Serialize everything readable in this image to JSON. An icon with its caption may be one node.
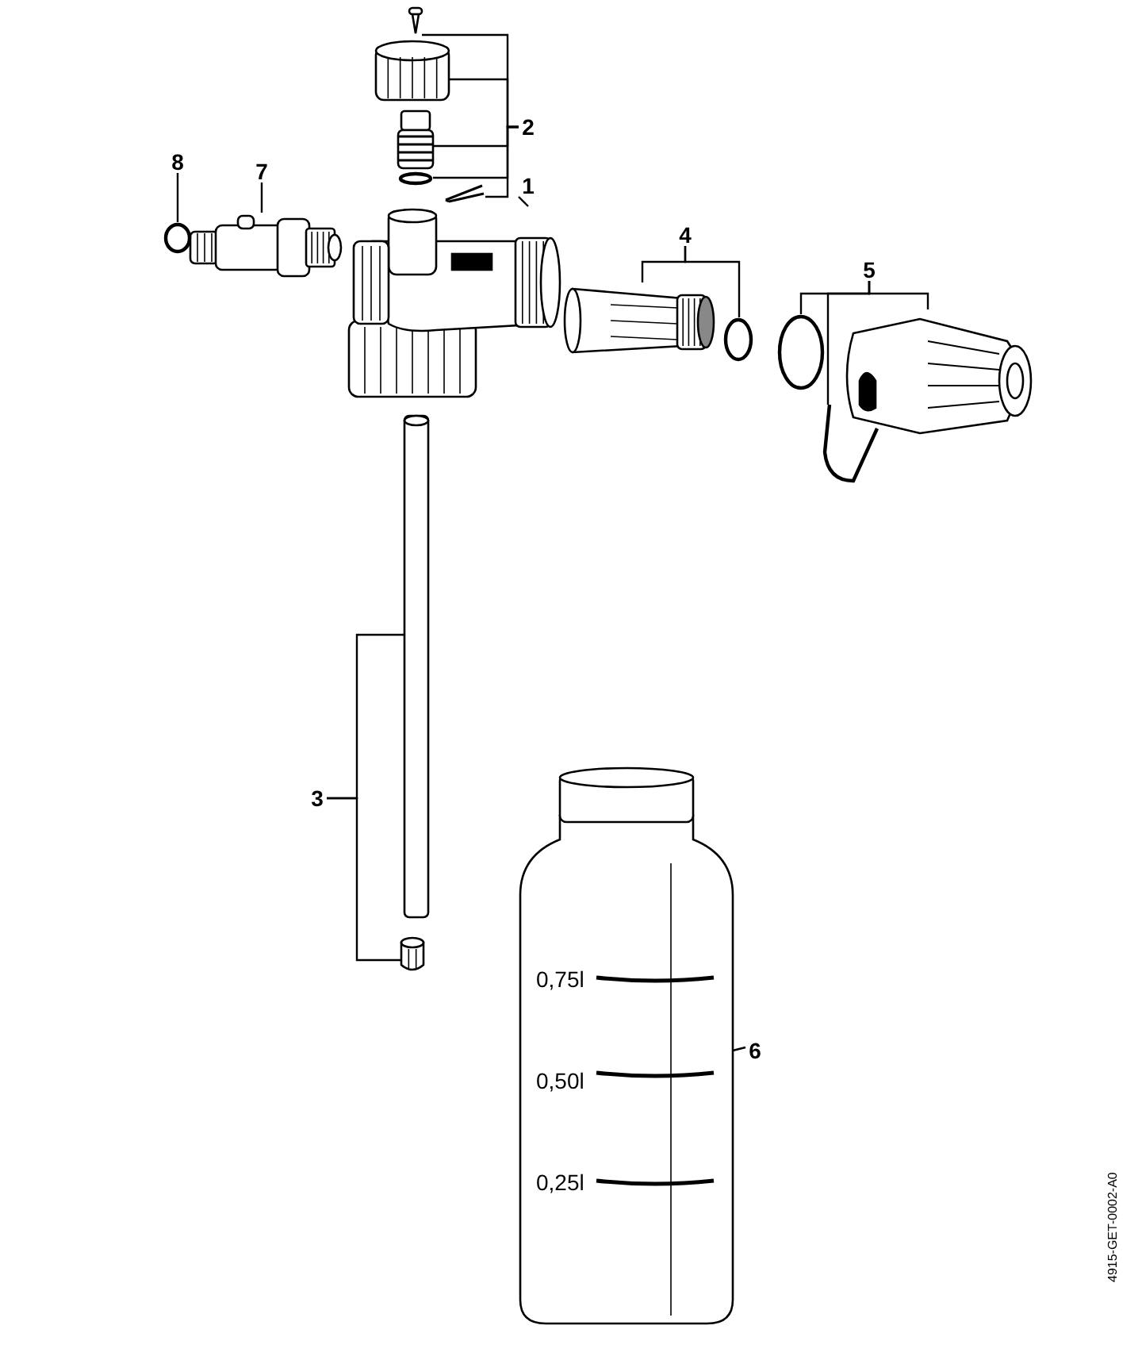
{
  "diagram": {
    "nodes": [
      {
        "text": [
          "1"
        ]
      },
      {
        "text": [
          "2"
        ]
      },
      {
        "text": [
          "3"
        ]
      },
      {
        "text": [
          "4"
        ]
      },
      {
        "text": [
          "5"
        ]
      },
      {
        "text": [
          "6"
        ]
      },
      {
        "text": [
          "7"
        ]
      },
      {
        "text": [
          "8"
        ]
      },
      {
        "text": [],
        "shape": "picture"
      },
      {
        "text": [],
        "shape": "picture"
      },
      {
        "text": [],
        "shape": "picture"
      },
      {
        "text": [],
        "shape": "picture"
      },
      {
        "text": [],
        "shape": "circle"
      },
      {
        "text": [],
        "shape": "picture"
      },
      {
        "text": [],
        "shape": "picture"
      },
      {
        "text": [],
        "shape": "picture"
      },
      {
        "text": [],
        "shape": "picture"
      },
      {
        "text": [],
        "shape": "circle"
      },
      {
        "text": [],
        "shape": "circle"
      },
      {
        "text": [],
        "shape": "picture"
      },
      {
        "text": [],
        "shape": "picture"
      },
      {
        "text": [],
        "shape": "picture"
      },
      {
        "text": [],
        "shape": "picture"
      },
      {
        "text": [],
        "shape": "circle"
      }
    ],
    "edges": [
      {
        "from": 0,
        "to": 8,
        "arrow": "none"
      },
      {
        "from": 1,
        "to": 9,
        "arrow": "none"
      },
      {
        "from": 1,
        "to": 10,
        "arrow": "none"
      },
      {
        "from": 1,
        "to": 11,
        "arrow": "none"
      },
      {
        "from": 1,
        "to": 12,
        "arrow": "none"
      },
      {
        "from": 1,
        "to": 13,
        "arrow": "none"
      },
      {
        "from": 2,
        "to": 14,
        "arrow": "none"
      },
      {
        "from": 2,
        "to": 15,
        "arrow": "none"
      },
      {
        "from": 3,
        "to": 16,
        "arrow": "none"
      },
      {
        "from": 3,
        "to": 17,
        "arrow": "none"
      },
      {
        "from": 4,
        "to": 18,
        "arrow": "none"
      },
      {
        "from": 4,
        "to": 19,
        "arrow": "none"
      },
      {
        "from": 4,
        "to": 20,
        "arrow": "none"
      },
      {
        "from": 5,
        "to": 21,
        "arrow": "none"
      },
      {
        "from": 6,
        "to": 22,
        "arrow": "none"
      },
      {
        "from": 7,
        "to": 23,
        "arrow": "none"
      }
    ],
    "labels": [
      "0,75l",
      "0,50l",
      "0,25l",
      "4915-GET-0002-A0"
    ]
  }
}
